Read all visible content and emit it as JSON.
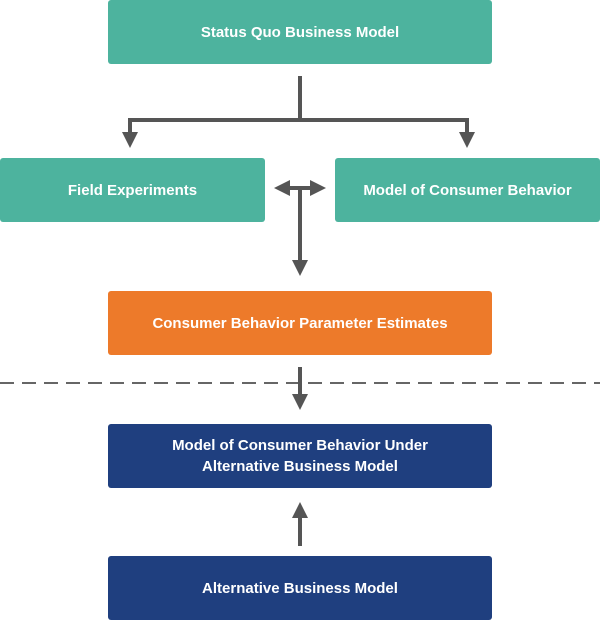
{
  "diagram": {
    "nodes": {
      "status_quo": "Status Quo Business Model",
      "field_experiments": "Field Experiments",
      "model_consumer_behavior": "Model of Consumer Behavior",
      "parameter_estimates": "Consumer Behavior Parameter Estimates",
      "model_under_alternative": [
        "Model of Consumer Behavior Under",
        "Alternative Business Model"
      ],
      "alternative_model": "Alternative Business Model"
    },
    "colors": {
      "teal": "#4db39e",
      "orange": "#ed7a2a",
      "navy": "#1f3f7f",
      "connector": "#555555"
    },
    "edges": [
      {
        "from": "status_quo",
        "to": "field_experiments"
      },
      {
        "from": "status_quo",
        "to": "model_consumer_behavior"
      },
      {
        "from": "field_experiments",
        "to": "model_consumer_behavior",
        "bidirectional": true
      },
      {
        "from": "field_experiments_model_consumer_behavior",
        "to": "parameter_estimates"
      },
      {
        "from": "parameter_estimates",
        "to": "model_under_alternative"
      },
      {
        "from": "alternative_model",
        "to": "model_under_alternative"
      }
    ]
  }
}
